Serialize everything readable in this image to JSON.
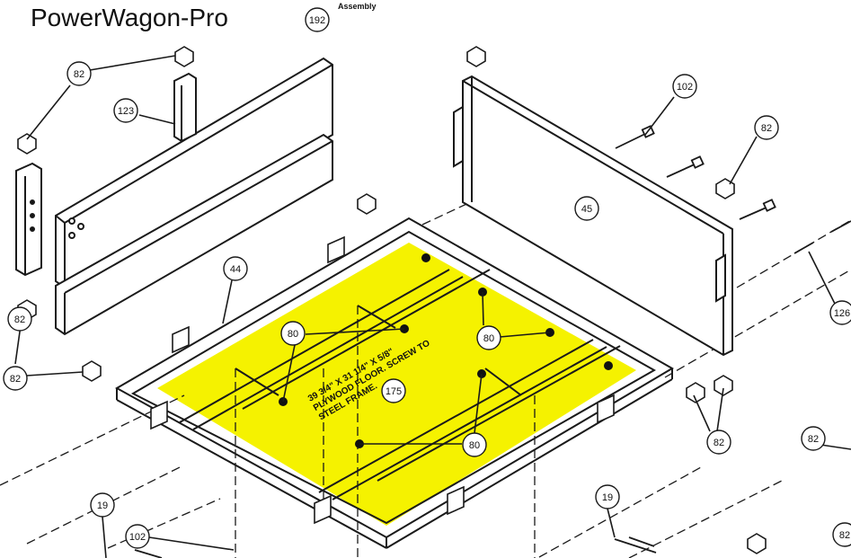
{
  "header": {
    "title": "PowerWagon-Pro",
    "subtitle": "Assembly"
  },
  "floor_note": {
    "line1": "39 3/4\" X 31 1/4\" X 5/8\"",
    "line2": "PLYWOOD FLOOR. SCREW TO",
    "line3": "STEEL FRAME."
  },
  "callouts": [
    "192",
    "82",
    "123",
    "102",
    "82",
    "45",
    "126",
    "44",
    "80",
    "80",
    "175",
    "80",
    "82",
    "82",
    "82",
    "82",
    "19",
    "102",
    "19",
    "82"
  ],
  "colors": {
    "floor_highlight": "#f5f200",
    "line": "#1a1a1a"
  }
}
